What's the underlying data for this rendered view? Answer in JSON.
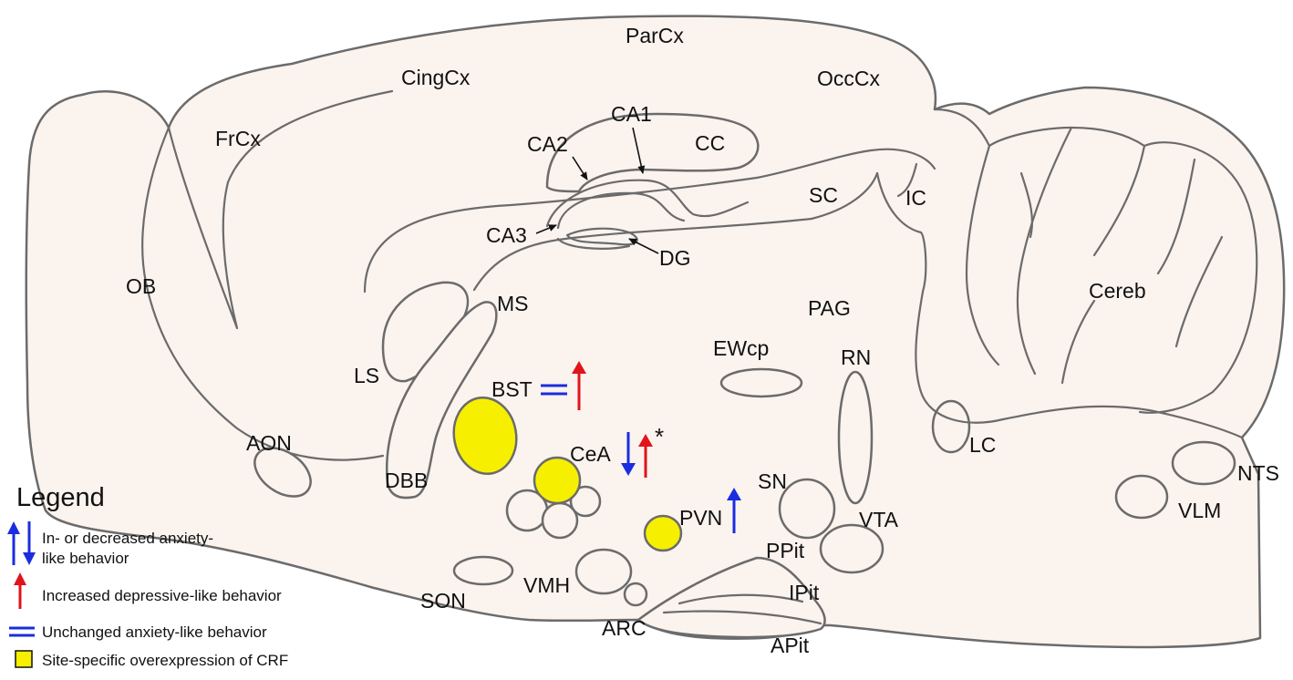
{
  "regions": {
    "ob": "OB",
    "frcx": "FrCx",
    "cingcx": "CingCx",
    "parcx": "ParCx",
    "occcx": "OccCx",
    "ca1": "CA1",
    "ca2": "CA2",
    "ca3": "CA3",
    "cc": "CC",
    "dg": "DG",
    "sc": "SC",
    "ic": "IC",
    "cereb": "Cereb",
    "ms": "MS",
    "ls": "LS",
    "pag": "PAG",
    "ewcp": "EWcp",
    "rn": "RN",
    "bst": "BST",
    "aon": "AON",
    "cea": "CeA",
    "dbb": "DBB",
    "lc": "LC",
    "nts": "NTS",
    "sn": "SN",
    "pvn": "PVN",
    "vta": "VTA",
    "vlm": "VLM",
    "ppit": "PPit",
    "ipit": "IPit",
    "son": "SON",
    "vmh": "VMH",
    "arc": "ARC",
    "apit": "APit",
    "asterisk": "*"
  },
  "legend": {
    "title": "Legend",
    "item1_line1": "In- or decreased anxiety-",
    "item1_line2": "like behavior",
    "item2": "Increased depressive-like behavior",
    "item3": "Unchanged anxiety-like behavior",
    "item4": "Site-specific overexpression of CRF"
  },
  "colors": {
    "anxiety_arrow": "#1a2de0",
    "depression_arrow": "#e0141a",
    "crf_site": "#f7ef00",
    "brain_fill": "#fbf3ee"
  }
}
